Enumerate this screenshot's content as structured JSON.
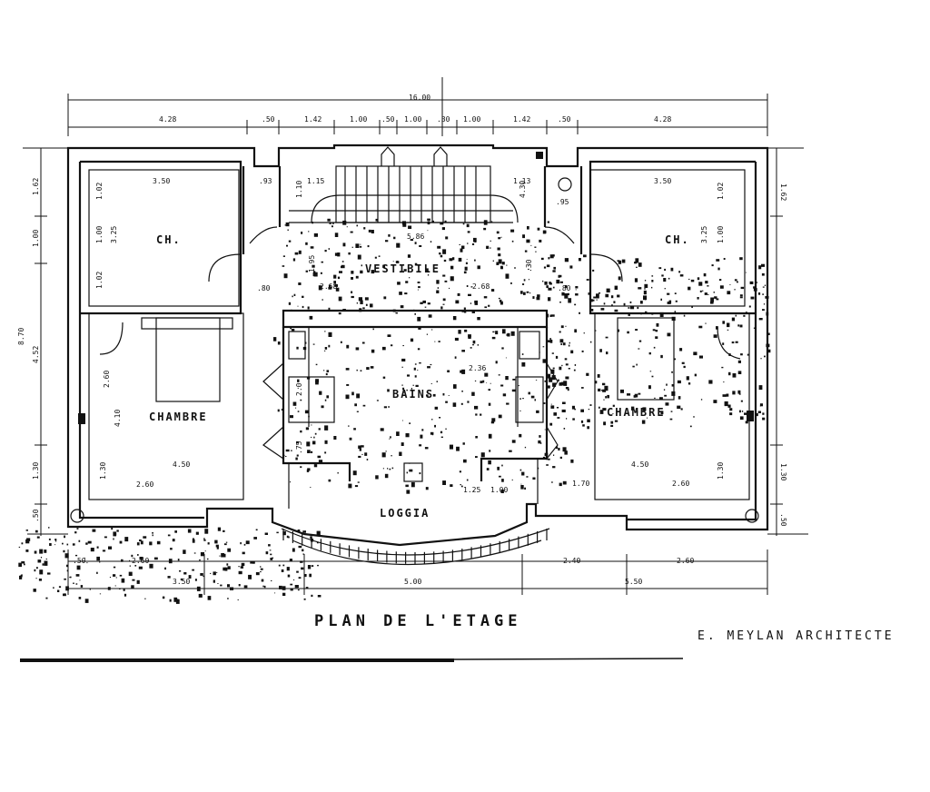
{
  "drawing": {
    "title": "PLAN DE L'ETAGE",
    "architect": "E. MEYLAN ARCHITECTE"
  },
  "rooms": {
    "ch_left": "CH.",
    "ch_right": "CH.",
    "chambre_left": "CHAMBRE",
    "chambre_right": "CHAMBRE",
    "vestibule": "VESTIBILE",
    "bains": "BAINS",
    "loggia": "LOGGIA"
  },
  "dimensions": {
    "overall": "16.00",
    "top": [
      "4.28",
      ".50",
      "1.42",
      "1.00",
      ".50",
      "1.00",
      ".30",
      "1.00",
      "1.42",
      ".50",
      "4.28"
    ],
    "bottom_left": [
      ".50",
      "2.60",
      "3.50"
    ],
    "bottom_center": "5.00",
    "bottom_right": [
      "2.40",
      "2.60",
      "5.50"
    ],
    "left_side": [
      "1.62",
      "1.00",
      "8.70",
      "4.52",
      "1.30",
      ".50"
    ],
    "right_side": [
      "1.62",
      "1.30",
      ".50"
    ],
    "ch_left": [
      "3.50",
      "3.25",
      "1.00",
      "1.02",
      "1.02"
    ],
    "ch_right": [
      "3.50",
      "3.25",
      "1.00",
      "1.02"
    ],
    "chambre_left": [
      "4.50",
      "4.10",
      "2.60",
      "2.60",
      "1.30"
    ],
    "chambre_right": [
      "4.50",
      "2.60",
      "1.70",
      "1.30"
    ],
    "stair": [
      ".93",
      "1.15",
      "1.13",
      "1.10",
      ".95",
      "4.30"
    ],
    "vestibule": [
      "5.86",
      "2.68",
      "2.68",
      ".80",
      ".80",
      "1.95",
      ".30"
    ],
    "bains": [
      "2.36",
      "1.25",
      "1.00",
      ".75",
      "2.0"
    ]
  },
  "colors": {
    "ink": "#111111",
    "paper": "#ffffff"
  }
}
